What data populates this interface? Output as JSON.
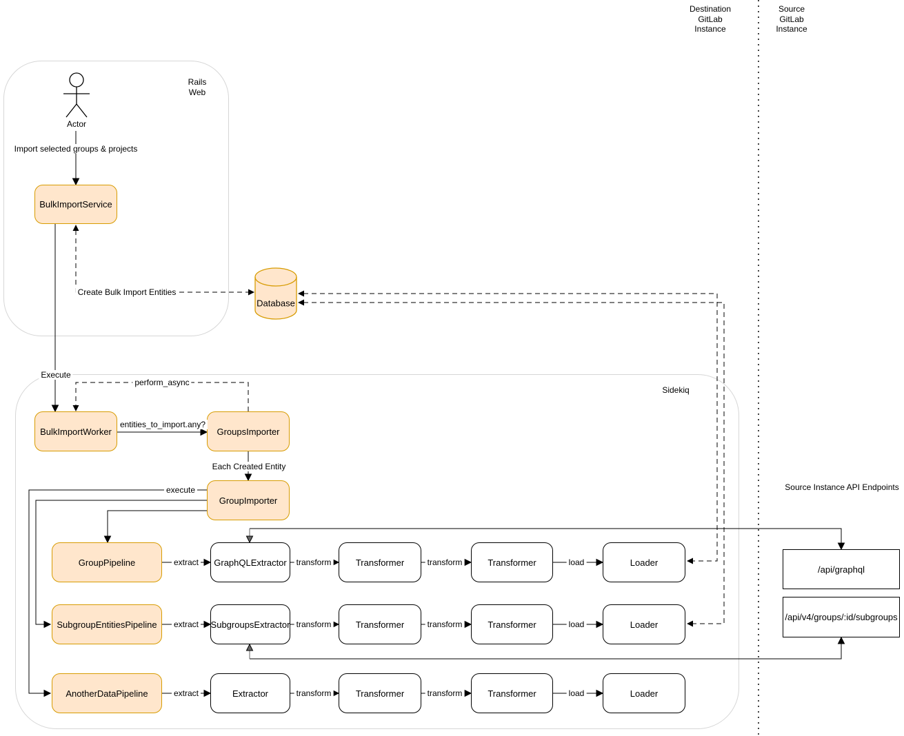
{
  "headers": {
    "destination_instance": [
      "Destination",
      "GitLab",
      "Instance"
    ],
    "source_instance": [
      "Source",
      "GitLab",
      "Instance"
    ],
    "api_endpoints_title": "Source Instance API Endpoints"
  },
  "containers": {
    "rails_web": [
      "Rails",
      "Web"
    ],
    "sidekiq": "Sidekiq"
  },
  "nodes": {
    "actor": "Actor",
    "bulk_import_service": "BulkImportService",
    "database": "Database",
    "bulk_import_worker": "BulkImportWorker",
    "groups_importer": "GroupsImporter",
    "group_importer": "GroupImporter"
  },
  "pipeline_rows": [
    {
      "pipeline": "GroupPipeline",
      "extractor": "GraphQLExtractor",
      "transformer1": "Transformer",
      "transformer2": "Transformer",
      "loader": "Loader",
      "extract": "extract",
      "transform1": "transform",
      "transform2": "transform",
      "load": "load"
    },
    {
      "pipeline": "SubgroupEntitiesPipeline",
      "extractor": "SubgroupsExtractor",
      "transformer1": "Transformer",
      "transformer2": "Transformer",
      "loader": "Loader",
      "extract": "extract",
      "transform1": "transform",
      "transform2": "transform",
      "load": "load"
    },
    {
      "pipeline": "AnotherDataPipeline",
      "extractor": "Extractor",
      "transformer1": "Transformer",
      "transformer2": "Transformer",
      "loader": "Loader",
      "extract": "extract",
      "transform1": "transform",
      "transform2": "transform",
      "load": "load"
    }
  ],
  "api_endpoints": [
    {
      "label": "/api/graphql"
    },
    {
      "label": "/api/v4/groups/:id/subgroups"
    }
  ],
  "edge_labels": {
    "import_selected": "Import selected groups & projects",
    "create_entities": "Create Bulk Import Entities",
    "execute": "Execute",
    "perform_async": "perform_async",
    "entities_any": "entities_to_import.any?",
    "each_created_entity": "Each Created Entity",
    "execute_pipelines": "execute"
  },
  "colors": {
    "node_fill": "#ffe6cc",
    "node_border": "#d79b00",
    "plain_border": "#000000",
    "container_border": "#d6d6d6",
    "edge_black": "#000000",
    "edge_gray": "#666666"
  }
}
